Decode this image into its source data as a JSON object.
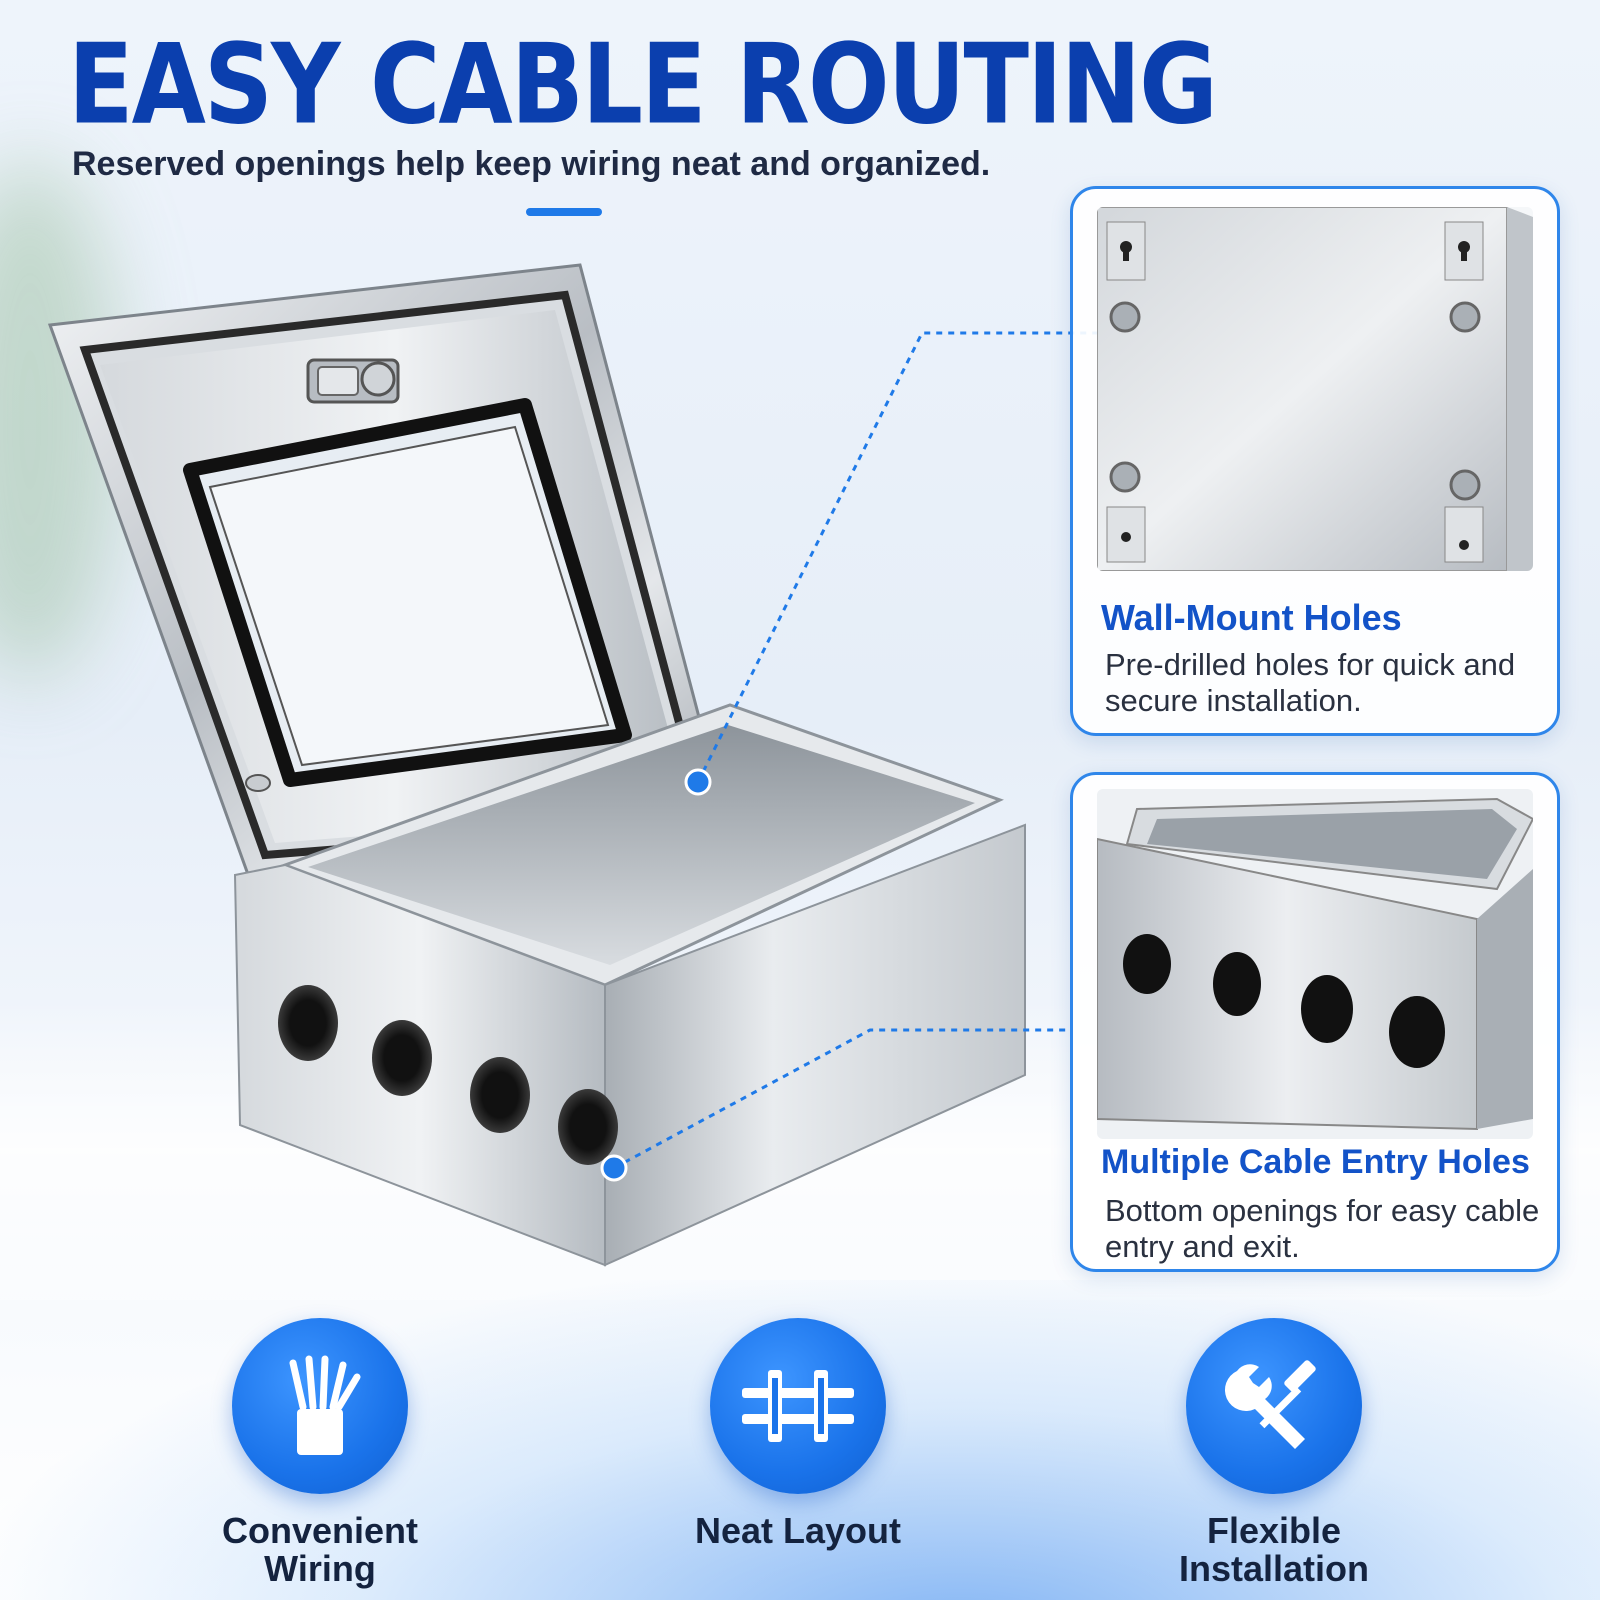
{
  "header": {
    "headline": "EASY CABLE ROUTING",
    "subtitle": "Reserved openings help keep wiring neat and organized."
  },
  "callouts": [
    {
      "title": "Wall-Mount Holes",
      "description": "Pre-drilled holes for quick and secure installation."
    },
    {
      "title": "Multiple Cable Entry Holes",
      "description": "Bottom openings for easy cable entry and exit."
    }
  ],
  "features": [
    {
      "label": "Convenient Wiring",
      "icon": "wire-bundle-icon"
    },
    {
      "label": "Neat Layout",
      "icon": "terminal-block-icon"
    },
    {
      "label": "Flexible Installation",
      "icon": "wrench-screwdriver-icon"
    }
  ],
  "colors": {
    "headline": "#0b3fae",
    "accent": "#1f7ae8",
    "card_border": "#2f86ea",
    "card_title": "#1353c8",
    "icon_circle": "#1a73ea"
  }
}
